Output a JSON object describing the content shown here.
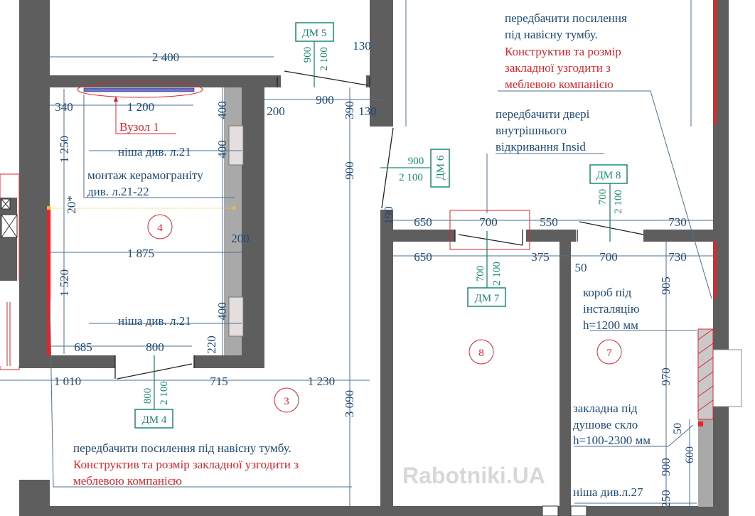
{
  "colors": {
    "wall": "#5e5e5e",
    "dimension": "#1e4a78",
    "door_marker": "#1a8a72",
    "accent_red": "#e0262b"
  },
  "dimensions": [
    "2 400",
    "130",
    "340",
    "1 200",
    "200",
    "900",
    "130",
    "1 875",
    "200",
    "685",
    "800",
    "1 010",
    "715",
    "1 230",
    "650",
    "700",
    "550",
    "730",
    "650",
    "375",
    "700",
    "730",
    "50",
    "400",
    "400",
    "390",
    "900",
    "1 250",
    "20*",
    "1 520",
    "400",
    "220",
    "3 090",
    "190",
    "905",
    "970",
    "50",
    "600",
    "900",
    "250"
  ],
  "door_markers": [
    {
      "label": "ДМ 5",
      "width": "900",
      "height": "2 100"
    },
    {
      "label": "ДМ 6",
      "width": "900",
      "height": "2 100"
    },
    {
      "label": "ДМ 7",
      "width": "700",
      "height": "2 100"
    },
    {
      "label": "ДМ 8",
      "width": "700",
      "height": "2 100"
    },
    {
      "label": "ДМ 4",
      "width": "800",
      "height": "2 100"
    }
  ],
  "rooms": [
    "4",
    "3",
    "8",
    "7"
  ],
  "notes": {
    "vuzol": "Вузол 1",
    "nisha1": "ніша див. л.21",
    "montazh1": "монтаж керамограніту",
    "montazh2": "див. л.21-22",
    "nisha2": "ніша див. л.21",
    "top_right": [
      "передбачити посилення",
      "під навісну тумбу."
    ],
    "top_right_red": [
      "Конструктив та розмір",
      "закладної узгодити з",
      "меблевою компанією"
    ],
    "door_note": [
      "передбачити двері",
      "внутрішнього",
      "відкривання Insid"
    ],
    "korob": [
      "короб під",
      "інсталяцію",
      "h=1200 мм"
    ],
    "zakladna": [
      "закладна під",
      "душове скло",
      "h=100-2300 мм"
    ],
    "nisha27": "ніша див.л.27",
    "bottom": "передбачити посилення під навісну тумбу.",
    "bottom_red": [
      "Конструктив та розмір закладної узгодити з",
      "меблевою компанією"
    ]
  },
  "watermark": "Rabotniki.UA"
}
